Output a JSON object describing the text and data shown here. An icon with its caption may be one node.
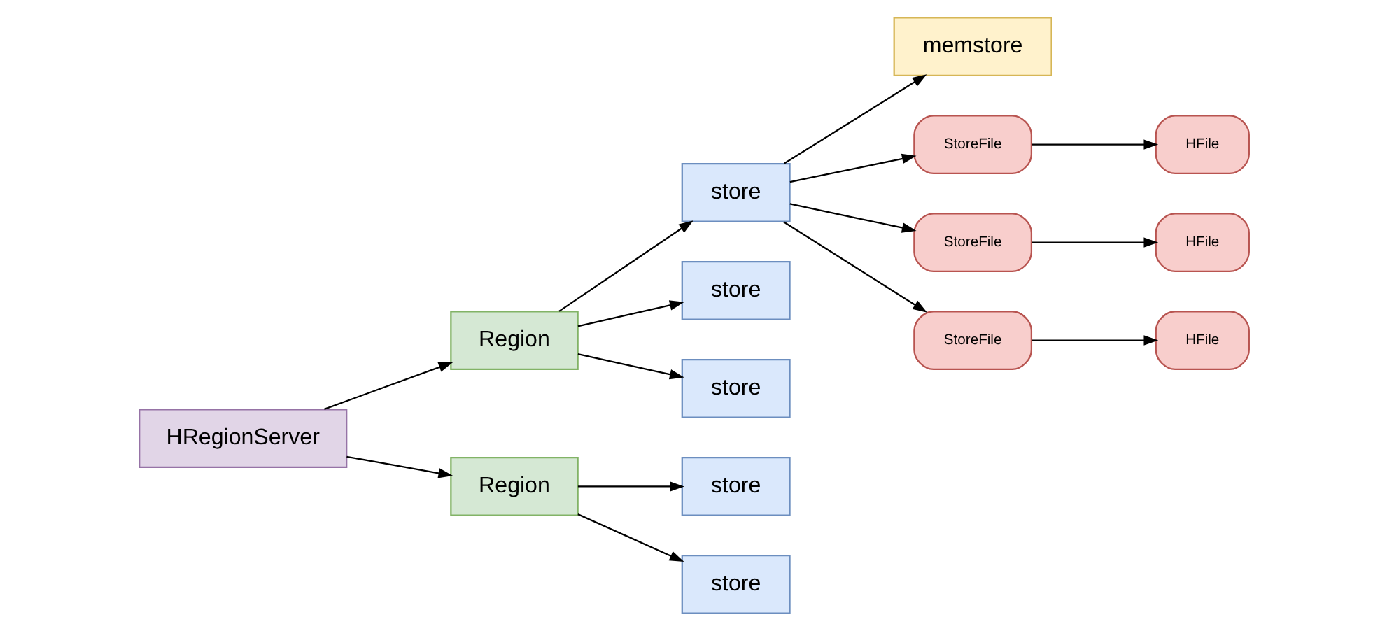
{
  "diagram": {
    "nodes": [
      {
        "text": [
          "HRegionServer"
        ]
      },
      {
        "text": [
          "Region"
        ]
      },
      {
        "text": [
          "Region"
        ]
      },
      {
        "text": [
          "store"
        ]
      },
      {
        "text": [
          "store"
        ]
      },
      {
        "text": [
          "store"
        ]
      },
      {
        "text": [
          "store"
        ]
      },
      {
        "text": [
          "store"
        ]
      },
      {
        "text": [
          "memstore"
        ]
      },
      {
        "text": [
          "StoreFile"
        ]
      },
      {
        "text": [
          "HFile"
        ]
      },
      {
        "text": [
          "StoreFile"
        ]
      },
      {
        "text": [
          "HFile"
        ]
      },
      {
        "text": [
          "StoreFile"
        ]
      },
      {
        "text": [
          "HFile"
        ]
      }
    ],
    "edges": [
      {
        "from": 0,
        "to": 1,
        "arrow": "to"
      },
      {
        "from": 0,
        "to": 2,
        "arrow": "to"
      },
      {
        "from": 1,
        "to": 3,
        "arrow": "to"
      },
      {
        "from": 1,
        "to": 4,
        "arrow": "to"
      },
      {
        "from": 1,
        "to": 5,
        "arrow": "to"
      },
      {
        "from": 2,
        "to": 6,
        "arrow": "to"
      },
      {
        "from": 2,
        "to": 7,
        "arrow": "to"
      },
      {
        "from": 3,
        "to": 8,
        "arrow": "to"
      },
      {
        "from": 3,
        "to": 9,
        "arrow": "to"
      },
      {
        "from": 3,
        "to": 11,
        "arrow": "to"
      },
      {
        "from": 3,
        "to": 13,
        "arrow": "to"
      },
      {
        "from": 9,
        "to": 10,
        "arrow": "to"
      },
      {
        "from": 11,
        "to": 12,
        "arrow": "to"
      },
      {
        "from": 13,
        "to": 14,
        "arrow": "to"
      }
    ]
  }
}
